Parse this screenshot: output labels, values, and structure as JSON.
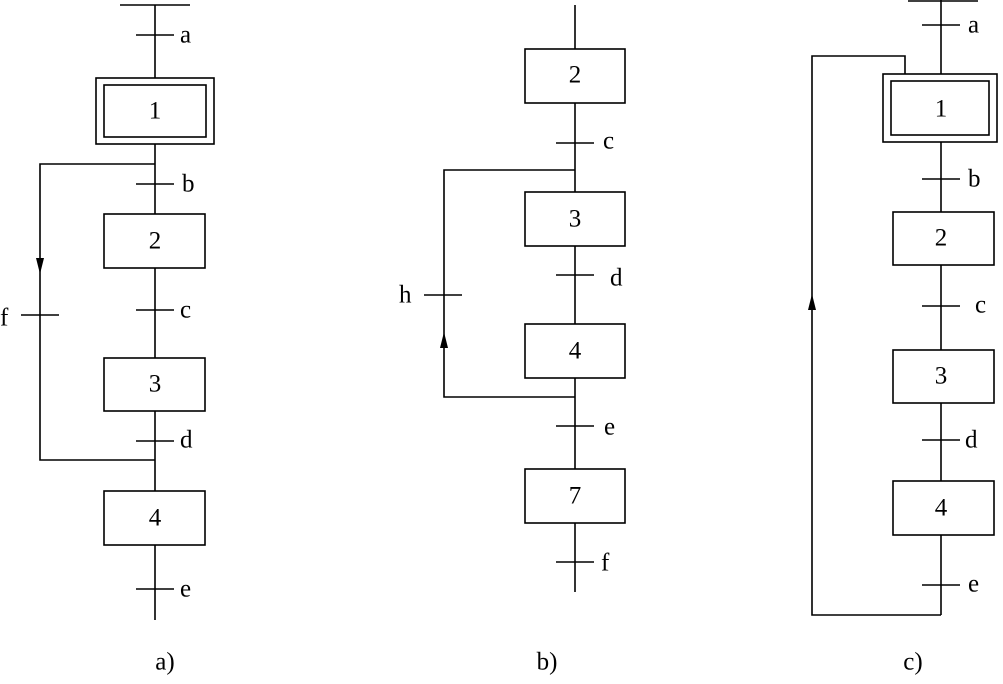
{
  "diagrams": [
    {
      "caption": "a)",
      "steps": [
        "1",
        "2",
        "3",
        "4"
      ],
      "transitions": [
        "a",
        "b",
        "c",
        "d",
        "e",
        "f"
      ]
    },
    {
      "caption": "b)",
      "steps": [
        "2",
        "3",
        "4",
        "7"
      ],
      "transitions": [
        "c",
        "d",
        "e",
        "f",
        "h"
      ]
    },
    {
      "caption": "c)",
      "steps": [
        "1",
        "2",
        "3",
        "4"
      ],
      "transitions": [
        "a",
        "b",
        "c",
        "d",
        "e"
      ]
    }
  ]
}
